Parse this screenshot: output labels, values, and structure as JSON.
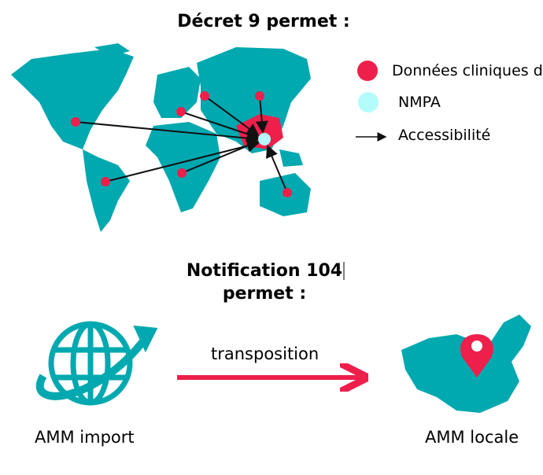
{
  "title1": "Décret 9 permet :",
  "legend": {
    "clinical": "Données cliniques d",
    "nmpa": "NMPA",
    "access": "Accessibilité"
  },
  "title2_line1": "Notification 104",
  "title2_line2": "permet :",
  "arrow_label": "transposition",
  "left_label": "AMM import",
  "right_label": "AMM locale",
  "colors": {
    "teal": "#00a8b0",
    "red": "#ef1f4b",
    "cyan": "#b4fbfb"
  }
}
